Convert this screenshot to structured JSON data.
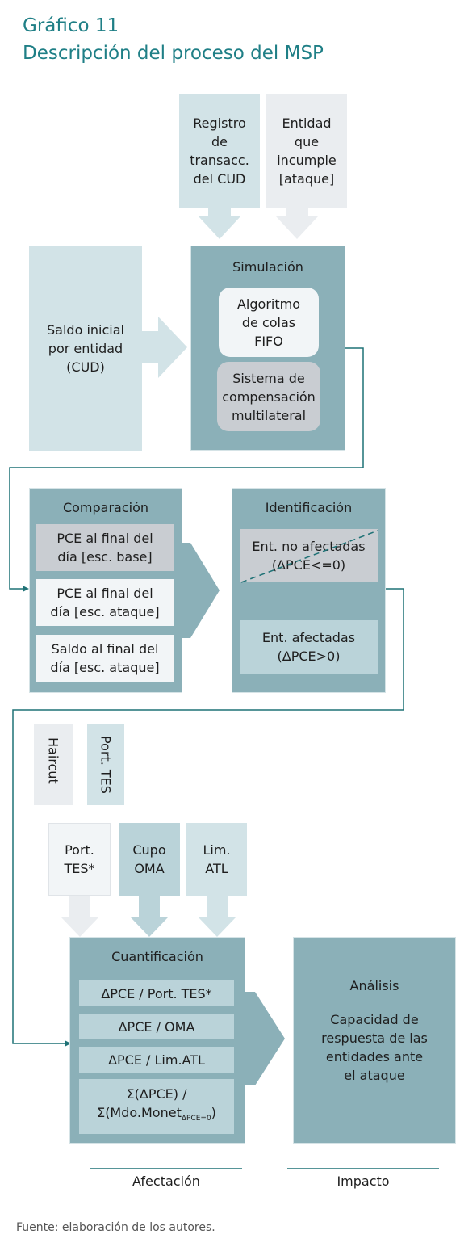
{
  "title": {
    "line1": "Gráfico 11",
    "line2": "Descripción del proceso del MSP"
  },
  "inputs_top": {
    "registro": "Registro\nde\ntransacc.\ndel CUD",
    "entidad": "Entidad\nque\nincumple\n[ataque]"
  },
  "saldo_inicial": "Saldo inicial\npor entidad\n(CUD)",
  "simulacion": {
    "title": "Simulación",
    "algoritmo": "Algoritmo\nde colas\nFIFO",
    "sistema": "Sistema de\ncompensación\nmultilateral"
  },
  "comparacion": {
    "title": "Comparación",
    "items": [
      "PCE al final del\ndía [esc. base]",
      "PCE al final del\ndía [esc. ataque]",
      "Saldo al final del\ndía [esc. ataque]"
    ]
  },
  "identificacion": {
    "title": "Identificación",
    "no_afectadas": "Ent. no afectadas\n(ΔPCE<=0)",
    "afectadas": "Ent. afectadas\n(ΔPCE>0)"
  },
  "vertical_inputs": {
    "haircut": "Haircut",
    "port_tes": "Port. TES"
  },
  "mid_inputs": {
    "port_tes_star": "Port.\nTES*",
    "cupo_oma": "Cupo\nOMA",
    "lim_atl": "Lim.\nATL"
  },
  "cuantificacion": {
    "title": "Cuantificación",
    "items": [
      "ΔPCE / Port. TES*",
      "ΔPCE / OMA",
      "ΔPCE / Lim.ATL"
    ],
    "last_line1": "Σ(ΔPCE) /",
    "last_line2": "Σ(Mdo.Monet",
    "last_sub": "ΔPCE=0",
    "last_close": ")"
  },
  "analisis": {
    "title": "Análisis",
    "text": "Capacidad de\nrespuesta de las\nentidades ante\nel ataque"
  },
  "labels": {
    "afectacion": "Afectación",
    "impacto": "Impacto"
  },
  "footer": "Fuente: elaboración de los autores.",
  "colors": {
    "teal_line": "#1f7276",
    "dark_box": "#8bb0b8",
    "light_box": "#d2e3e7",
    "title": "#1f7f86"
  }
}
